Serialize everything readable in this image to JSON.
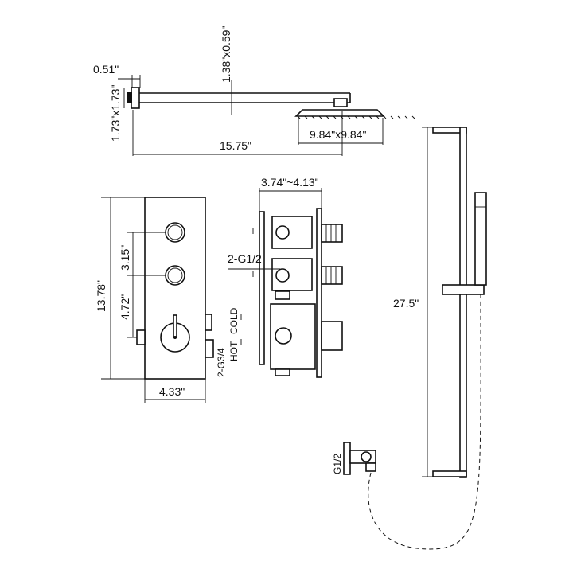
{
  "dimensions": {
    "arm_flange_width": "0.51\"",
    "arm_flange_size": "1.73\"x1.73\"",
    "arm_section": "1.38\"x0.59\"",
    "arm_length": "15.75\"",
    "head_size": "9.84\"x9.84\"",
    "valve_depth": "3.74\"~4.13\"",
    "valve_outlets": "2-G1/2",
    "panel_height": "13.78\"",
    "knob_spacing": "3.15\"",
    "knob_to_handle": "4.72\"",
    "panel_width": "4.33\"",
    "inlets": "2-G3/4",
    "hot_label": "HOT",
    "cold_label": "COLD",
    "slide_bar_length": "27.5\"",
    "elbow_thread": "G1/2"
  }
}
